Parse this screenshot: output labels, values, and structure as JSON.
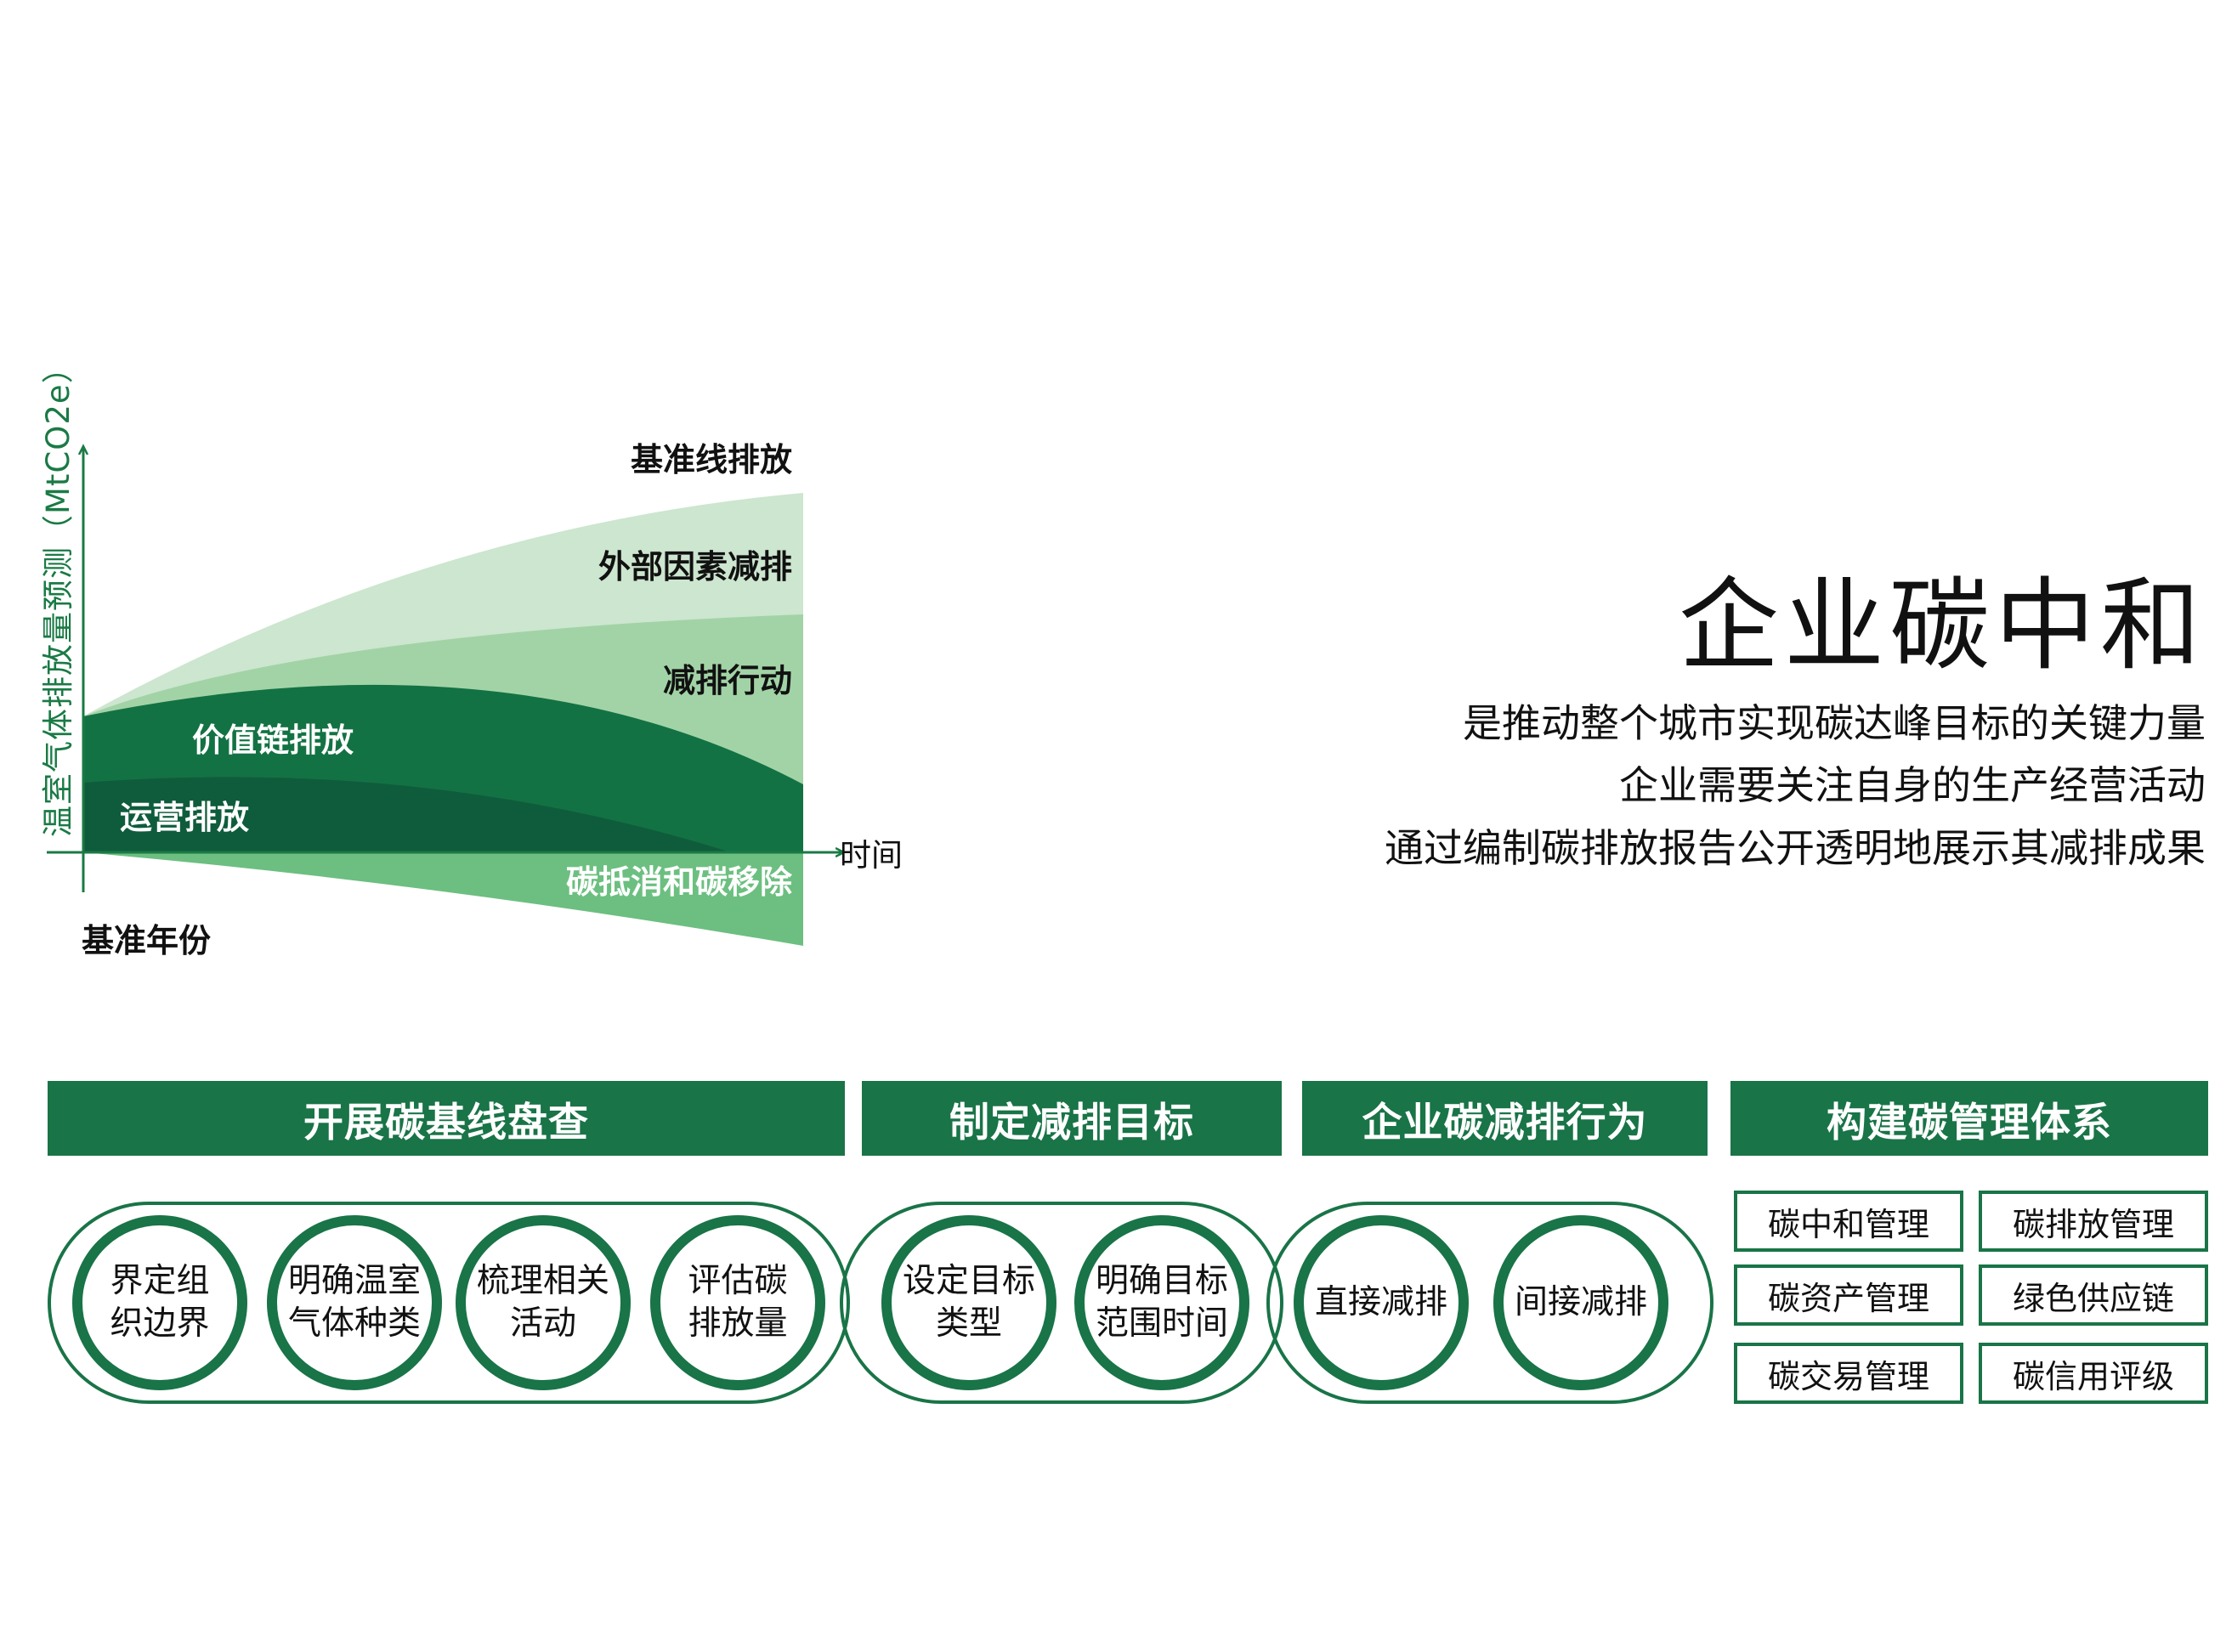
{
  "chart": {
    "y_label": "温室气体排放量预测（MtCO2e）",
    "x_label": "时间",
    "baseline_year_label": "基准年份",
    "labels": {
      "baseline_emission": "基准线排放",
      "external_reduction": "外部因素减排",
      "reduction_action": "减排行动",
      "value_chain": "价值链排放",
      "operations": "运营排放",
      "offset_removal": "碳抵消和碳移除"
    }
  },
  "chart_data": {
    "type": "area",
    "x_label": "时间",
    "y_label": "温室气体排放量预测（MtCO2e）",
    "x_start_label": "基准年份",
    "bands": [
      "基准线排放",
      "外部因素减排",
      "减排行动",
      "价值链排放",
      "运营排放",
      "碳抵消和碳移除"
    ],
    "colors": {
      "external_reduction": "#cde6cf",
      "reduction_action": "#a2d3a6",
      "value_chain": "#137243",
      "operations": "#0f5c3c",
      "offset_removal": "#6cbf80",
      "axis": "#1a7a45"
    }
  },
  "title": {
    "main": "企业碳中和",
    "lines": [
      "是推动整个城市实现碳达峰目标的关键力量",
      "企业需要关注自身的生产经营活动",
      "通过编制碳排放报告公开透明地展示其减排成果"
    ]
  },
  "sections": [
    {
      "header": "开展碳基线盘查",
      "items": [
        [
          "界定组",
          "织边界"
        ],
        [
          "明确温室",
          "气体种类"
        ],
        [
          "梳理相关",
          "活动"
        ],
        [
          "评估碳",
          "排放量"
        ]
      ]
    },
    {
      "header": "制定减排目标",
      "items": [
        [
          "设定目标",
          "类型"
        ],
        [
          "明确目标",
          "范围时间"
        ]
      ]
    },
    {
      "header": "企业碳减排行为",
      "items": [
        [
          "直接减排"
        ],
        [
          "间接减排"
        ]
      ]
    },
    {
      "header": "构建碳管理体系",
      "boxes": [
        "碳中和管理",
        "碳排放管理",
        "碳资产管理",
        "绿色供应链",
        "碳交易管理",
        "碳信用评级"
      ]
    }
  ],
  "colors": {
    "primary_green": "#197447"
  }
}
